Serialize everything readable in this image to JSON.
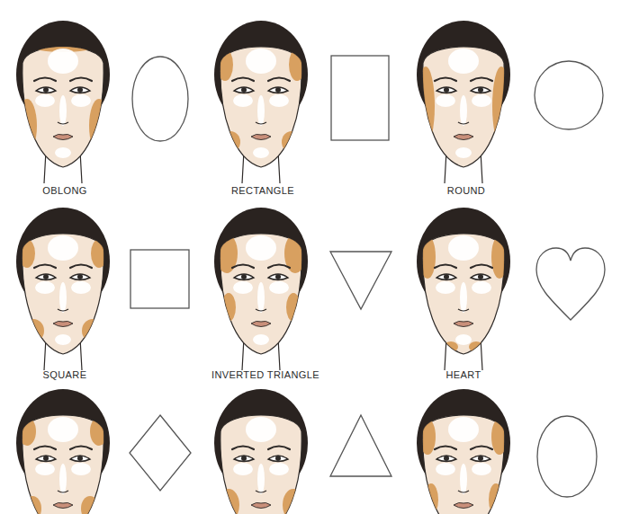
{
  "diagram": {
    "labels": [
      "OBLONG",
      "RECTANGLE",
      "ROUND",
      "SQUARE",
      "INVERTED TRIANGLE",
      "HEART"
    ]
  }
}
